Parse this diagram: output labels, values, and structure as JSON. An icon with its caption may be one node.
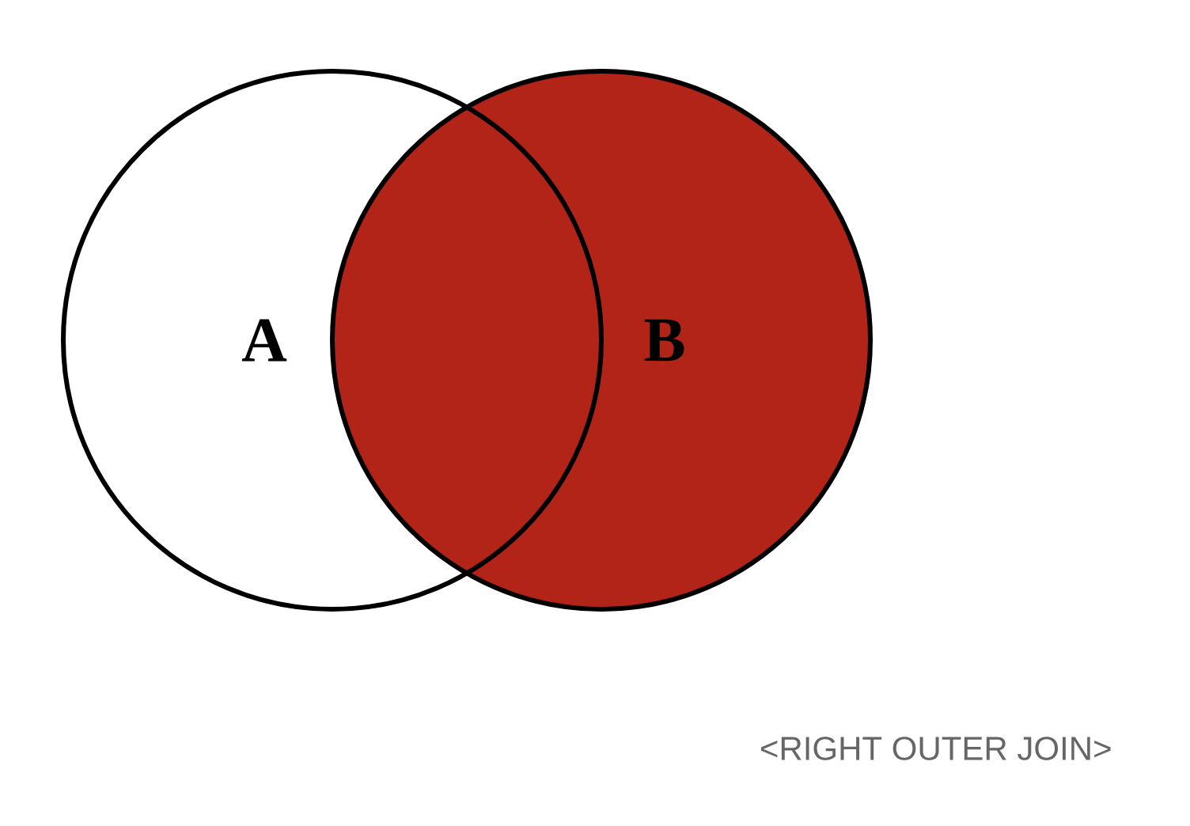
{
  "diagram": {
    "caption": "<RIGHT OUTER JOIN>",
    "nodes": [
      {
        "text": [
          "A"
        ]
      },
      {
        "text": [
          "B"
        ]
      }
    ]
  }
}
